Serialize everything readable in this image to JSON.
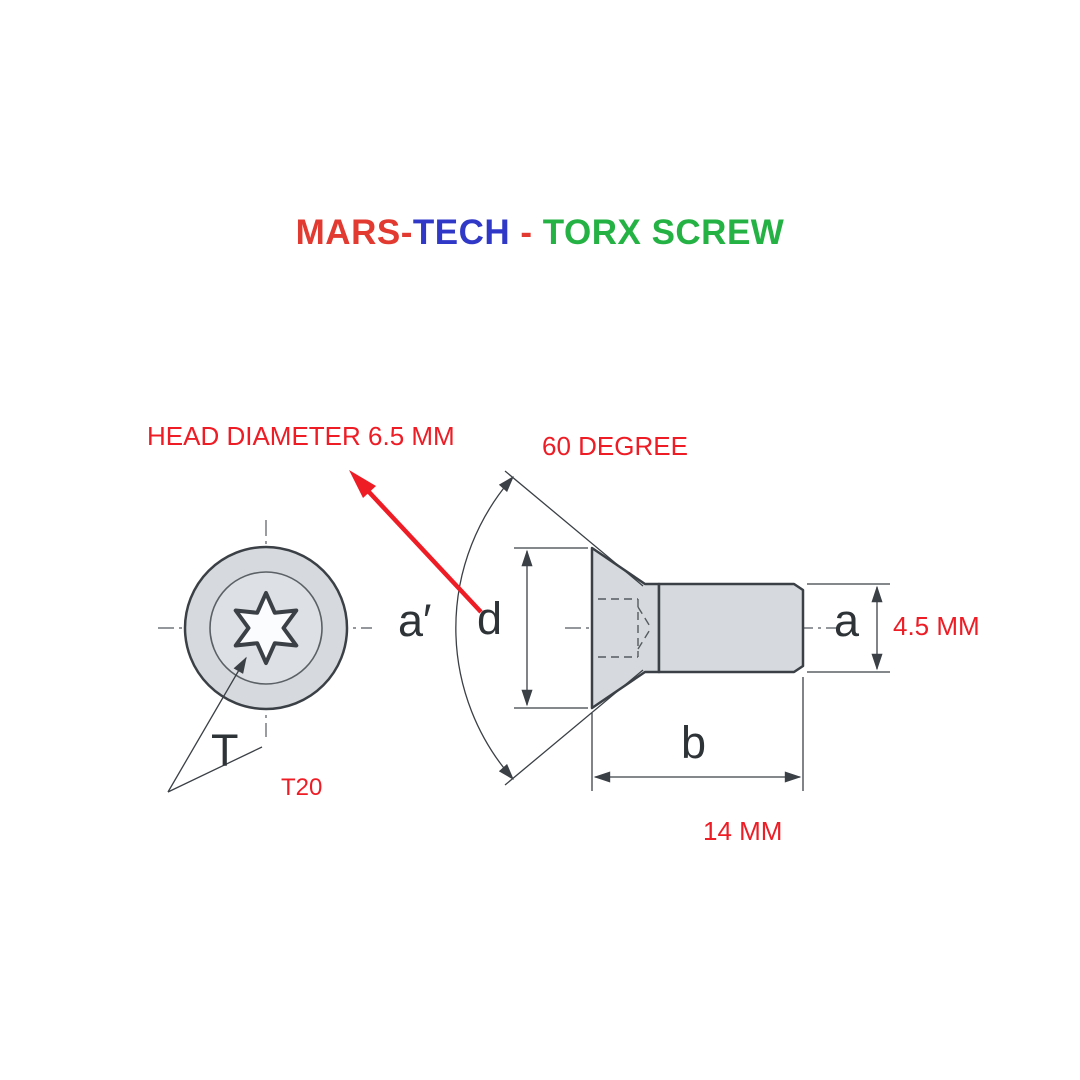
{
  "title": {
    "brand_primary": "MARS-",
    "brand_secondary": "TECH",
    "separator": " - ",
    "product": "TORX SCREW"
  },
  "callouts": {
    "head_diameter": "HEAD DIAMETER 6.5 MM",
    "countersink_angle": "60 DEGREE",
    "torx_size": "T20",
    "shank_diameter": "4.5 MM",
    "shank_length": "14 MM"
  },
  "dimension_labels": {
    "top_view_diameter": "a′",
    "head_diameter": "d",
    "shank_diameter": "a",
    "shank_length": "b",
    "torx_drive": "T"
  },
  "colors": {
    "annotation_red": "#ee1c25",
    "brand_red": "#e23a30",
    "brand_blue": "#3038c8",
    "brand_green": "#25b244",
    "drawing_line": "#3b4046",
    "metal_fill": "#d6dade"
  }
}
